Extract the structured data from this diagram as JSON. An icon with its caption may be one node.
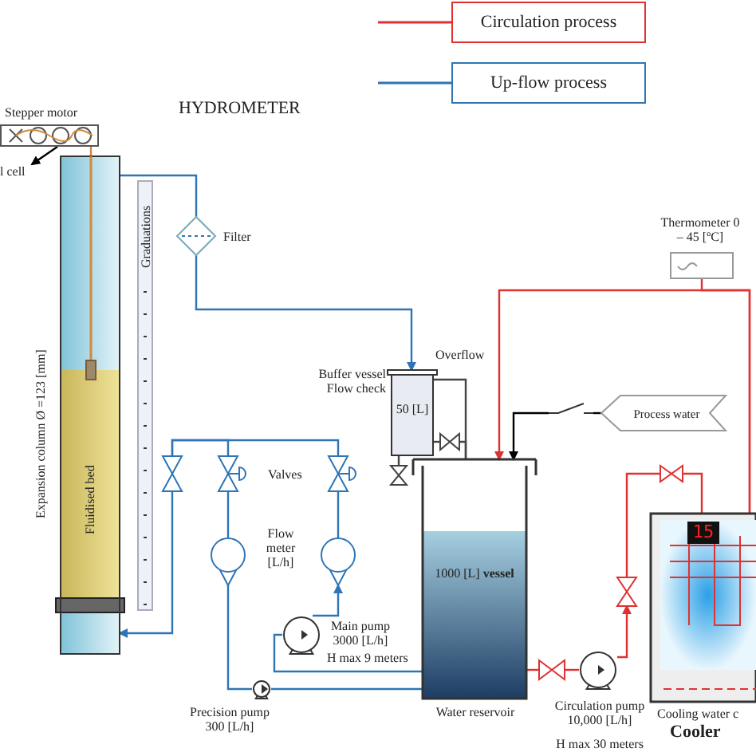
{
  "diagram": {
    "nodes": [
      {
        "text": [
          "Stepper motor"
        ]
      },
      {
        "text": [
          "l cell"
        ]
      },
      {
        "text": [
          "Fluidised bed"
        ],
        "beside": [
          "Expansion column Ø =123 [mm]"
        ]
      },
      {
        "text": [
          "Graduations"
        ]
      },
      {
        "text": [
          "Filter"
        ]
      },
      {
        "text": [
          "Buffer vessel Flow check",
          "50 [L]"
        ]
      },
      {
        "text": [
          "1000 [L] **vessel**"
        ],
        "beside": [
          "Water reservoir"
        ]
      },
      {
        "text": [],
        "shape": "valve"
      },
      {
        "text": [],
        "shape": "valve"
      },
      {
        "text": [],
        "shape": "valve"
      },
      {
        "text": [],
        "shape": "circle"
      },
      {
        "text": [],
        "shape": "circle"
      },
      {
        "text": [
          "Main pump 3000 [L/h]",
          "H max 9 meters"
        ]
      },
      {
        "text": [
          "Precision pump 300 [L/h]"
        ]
      },
      {
        "text": [],
        "shape": "valve"
      },
      {
        "text": [
          "Circulation pump 10,000 [L/h]",
          "H max 30 meters"
        ]
      },
      {
        "text": [],
        "shape": "valve"
      },
      {
        "text": [],
        "shape": "valve"
      },
      {
        "text": [
          "15",
          "Cooling water c",
          "Cooler"
        ]
      },
      {
        "text": [
          "Thermometer 0 – 45 [ºC]"
        ]
      },
      {
        "text": [
          "Process water"
        ]
      },
      {
        "text": [],
        "shape": "valve"
      },
      {
        "text": [],
        "shape": "valve"
      },
      {
        "text": [],
        "shape": "valve"
      }
    ],
    "edges": [
      {
        "from": 0,
        "to": 1,
        "arrow": "to",
        "color": "#000000"
      },
      {
        "from": 0,
        "to": 2,
        "arrow": "none",
        "color": "#d08a3c"
      },
      {
        "from": 2,
        "to": 4,
        "arrow": "none"
      },
      {
        "from": 4,
        "to": 5,
        "arrow": "to"
      },
      {
        "from": 5,
        "to": 6,
        "arrow": "none",
        "color": "#444444"
      },
      {
        "from": 5,
        "to": 23,
        "arrow": "none",
        "color": "#444444"
      },
      {
        "from": 23,
        "to": 6,
        "arrow": "none",
        "color": "#444444"
      },
      {
        "from": 5,
        "to": 22,
        "arrow": "none",
        "color": "#444444"
      },
      {
        "from": 8,
        "to": 7,
        "arrow": "none"
      },
      {
        "from": 9,
        "to": 7,
        "arrow": "none"
      },
      {
        "from": 7,
        "to": 2,
        "arrow": "to"
      },
      {
        "from": 10,
        "to": 8,
        "arrow": "none"
      },
      {
        "from": 11,
        "to": 9,
        "arrow": "none"
      },
      {
        "from": 13,
        "to": 10,
        "arrow": "none"
      },
      {
        "from": 12,
        "to": 11,
        "arrow": "to"
      },
      {
        "from": 6,
        "to": 12,
        "arrow": "none"
      },
      {
        "from": 6,
        "to": 13,
        "arrow": "none"
      },
      {
        "from": 6,
        "to": 14,
        "arrow": "none",
        "color": "#e03030"
      },
      {
        "from": 14,
        "to": 15,
        "arrow": "none",
        "color": "#e03030"
      },
      {
        "from": 15,
        "to": 16,
        "arrow": "to",
        "color": "#e03030"
      },
      {
        "from": 16,
        "to": 17,
        "arrow": "none",
        "color": "#e03030"
      },
      {
        "from": 17,
        "to": 18,
        "arrow": "none",
        "color": "#e03030"
      },
      {
        "from": 18,
        "to": 6,
        "arrow": "to",
        "color": "#e03030"
      },
      {
        "from": 19,
        "to": 18,
        "arrow": "none",
        "color": "#e03030"
      },
      {
        "from": 20,
        "to": 21,
        "arrow": "none",
        "color": "#000000"
      },
      {
        "from": 21,
        "to": 6,
        "arrow": "to",
        "color": "#000000"
      }
    ],
    "labels": [
      "HYDROMETER",
      "Overflow",
      "Valves",
      "Flow meter [L/h]"
    ],
    "legend": [
      {
        "text": "Circulation process",
        "color": "#e03030"
      },
      {
        "text": "Up-flow process",
        "color": "#2e75b6"
      }
    ]
  }
}
